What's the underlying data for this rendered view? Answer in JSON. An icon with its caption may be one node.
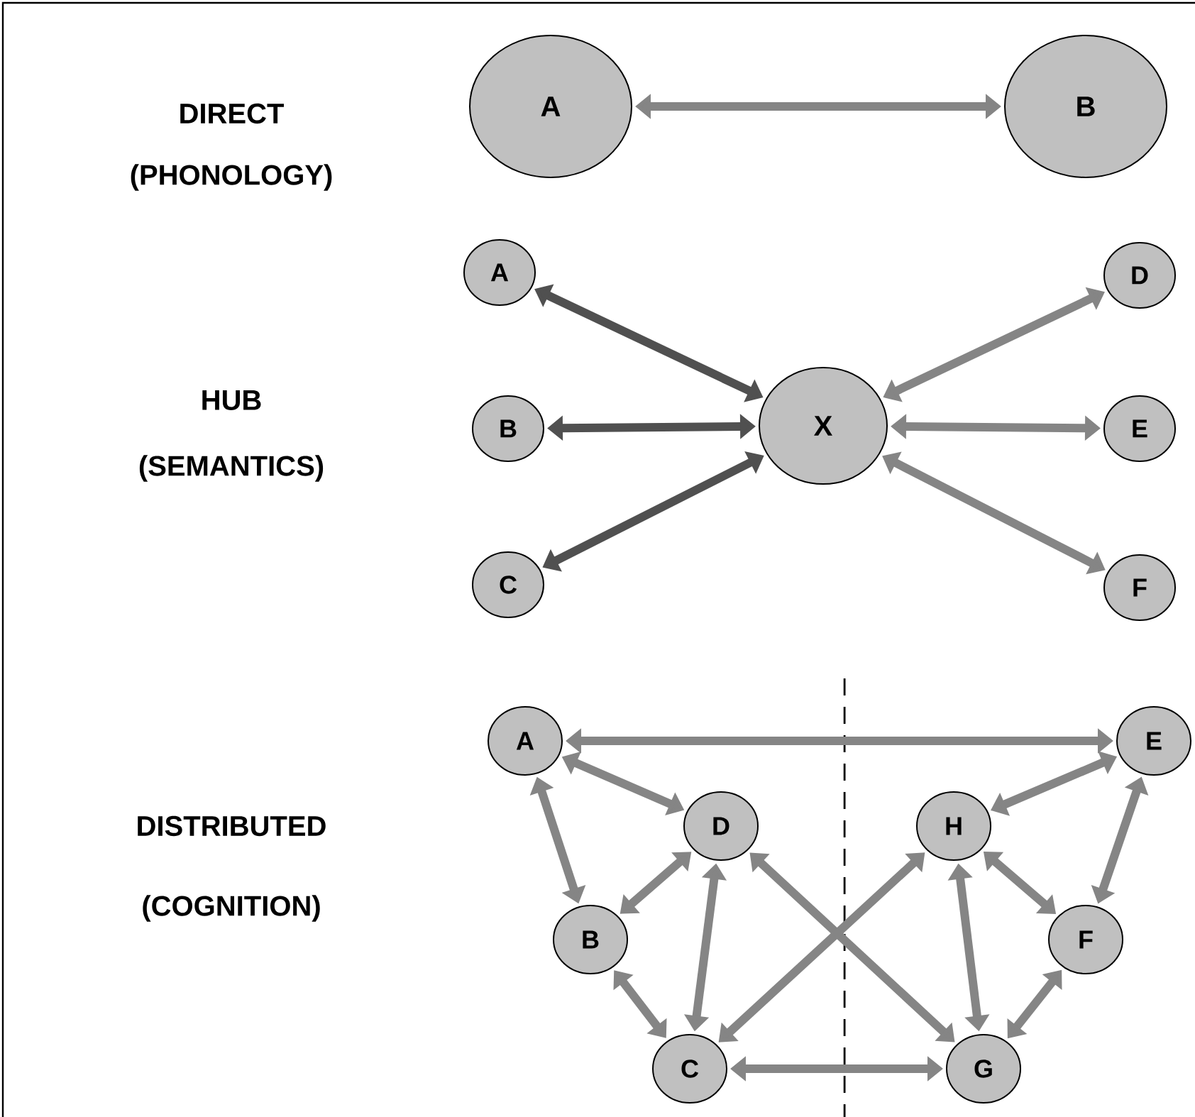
{
  "diagram": {
    "nodes": [
      {
        "text": [
          "A"
        ]
      },
      {
        "text": [
          "B"
        ]
      },
      {
        "text": [
          "A"
        ]
      },
      {
        "text": [
          "D"
        ]
      },
      {
        "text": [
          "B"
        ]
      },
      {
        "text": [
          "X"
        ]
      },
      {
        "text": [
          "E"
        ]
      },
      {
        "text": [
          "C"
        ]
      },
      {
        "text": [
          "F"
        ]
      },
      {
        "text": [
          "A"
        ]
      },
      {
        "text": [
          "E"
        ]
      },
      {
        "text": [
          "D"
        ]
      },
      {
        "text": [
          "H"
        ]
      },
      {
        "text": [
          "B"
        ]
      },
      {
        "text": [
          "F"
        ]
      },
      {
        "text": [
          "C"
        ]
      },
      {
        "text": [
          "G"
        ]
      }
    ],
    "edges": [
      {
        "from": 0,
        "to": 1,
        "arrow": "both"
      },
      {
        "from": 2,
        "to": 5,
        "arrow": "both",
        "color": "#505050"
      },
      {
        "from": 4,
        "to": 5,
        "arrow": "both",
        "color": "#505050"
      },
      {
        "from": 7,
        "to": 5,
        "arrow": "both",
        "color": "#505050"
      },
      {
        "from": 5,
        "to": 3,
        "arrow": "both"
      },
      {
        "from": 5,
        "to": 6,
        "arrow": "both"
      },
      {
        "from": 5,
        "to": 8,
        "arrow": "both"
      },
      {
        "from": 9,
        "to": 10,
        "arrow": "both"
      },
      {
        "from": 9,
        "to": 11,
        "arrow": "both"
      },
      {
        "from": 9,
        "to": 13,
        "arrow": "both"
      },
      {
        "from": 10,
        "to": 12,
        "arrow": "both"
      },
      {
        "from": 10,
        "to": 14,
        "arrow": "both"
      },
      {
        "from": 11,
        "to": 13,
        "arrow": "both"
      },
      {
        "from": 11,
        "to": 15,
        "arrow": "both"
      },
      {
        "from": 11,
        "to": 16,
        "arrow": "both"
      },
      {
        "from": 12,
        "to": 15,
        "arrow": "both"
      },
      {
        "from": 12,
        "to": 16,
        "arrow": "both"
      },
      {
        "from": 12,
        "to": 14,
        "arrow": "both"
      },
      {
        "from": 13,
        "to": 15,
        "arrow": "both"
      },
      {
        "from": 14,
        "to": 16,
        "arrow": "both"
      },
      {
        "from": 15,
        "to": 16,
        "arrow": "both"
      }
    ],
    "labels": [
      "DIRECT",
      "(PHONOLOGY)",
      "HUB",
      "(SEMANTICS)",
      "DISTRIBUTED",
      "(COGNITION)"
    ]
  }
}
